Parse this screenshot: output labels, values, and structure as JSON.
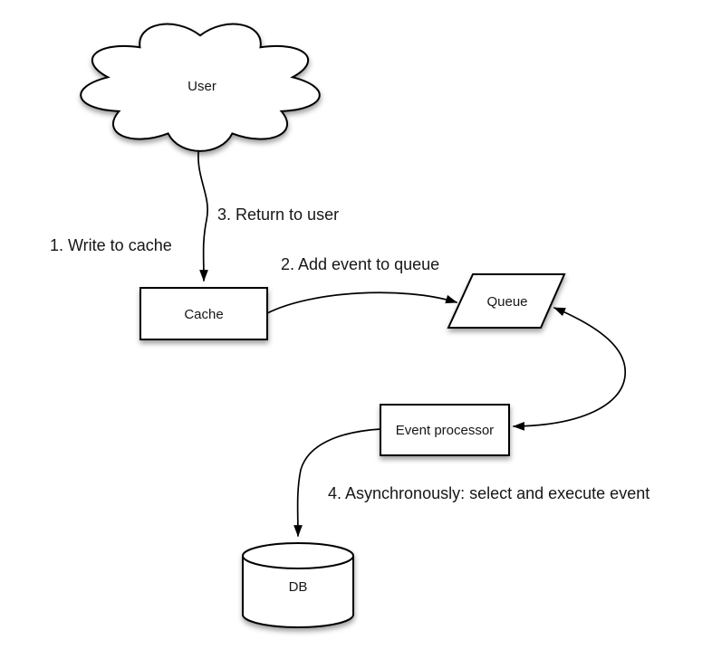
{
  "diagram": {
    "nodes": {
      "user": {
        "label": "User",
        "shape": "cloud"
      },
      "cache": {
        "label": "Cache",
        "shape": "rectangle"
      },
      "queue": {
        "label": "Queue",
        "shape": "parallelogram"
      },
      "event_processor": {
        "label": "Event processor",
        "shape": "rectangle"
      },
      "db": {
        "label": "DB",
        "shape": "cylinder"
      }
    },
    "annotations": {
      "step1": "1. Write to cache",
      "step2": "2. Add event to queue",
      "step3": "3. Return to user",
      "step4": "4. Asynchronously: select and execute event"
    },
    "edges": [
      {
        "from": "user",
        "to": "cache",
        "style": "curved-arrow"
      },
      {
        "from": "cache",
        "to": "queue",
        "style": "curved-arrow"
      },
      {
        "from": "queue",
        "to": "event_processor",
        "style": "curved-double-arrow"
      },
      {
        "from": "event_processor",
        "to": "db",
        "style": "curved-arrow"
      }
    ],
    "colors": {
      "background": "#ffffff",
      "stroke": "#000000",
      "text": "#161616",
      "shape_fill": "#ffffff"
    }
  }
}
